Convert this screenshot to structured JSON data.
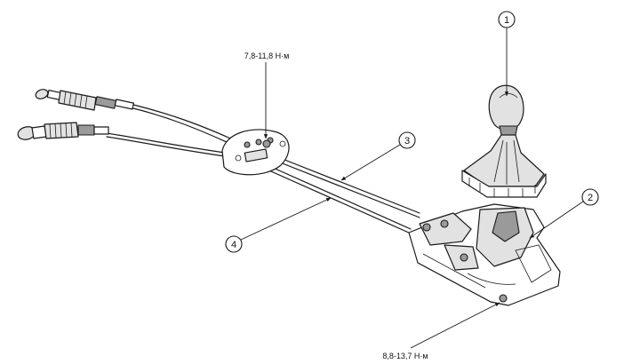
{
  "callouts": [
    {
      "id": "1",
      "label": "1"
    },
    {
      "id": "2",
      "label": "2"
    },
    {
      "id": "3",
      "label": "3"
    },
    {
      "id": "4",
      "label": "4"
    }
  ],
  "torque_labels": {
    "bracket": "7,8-11,8 Н·м",
    "base": "8,8-13,7 Н·м"
  }
}
